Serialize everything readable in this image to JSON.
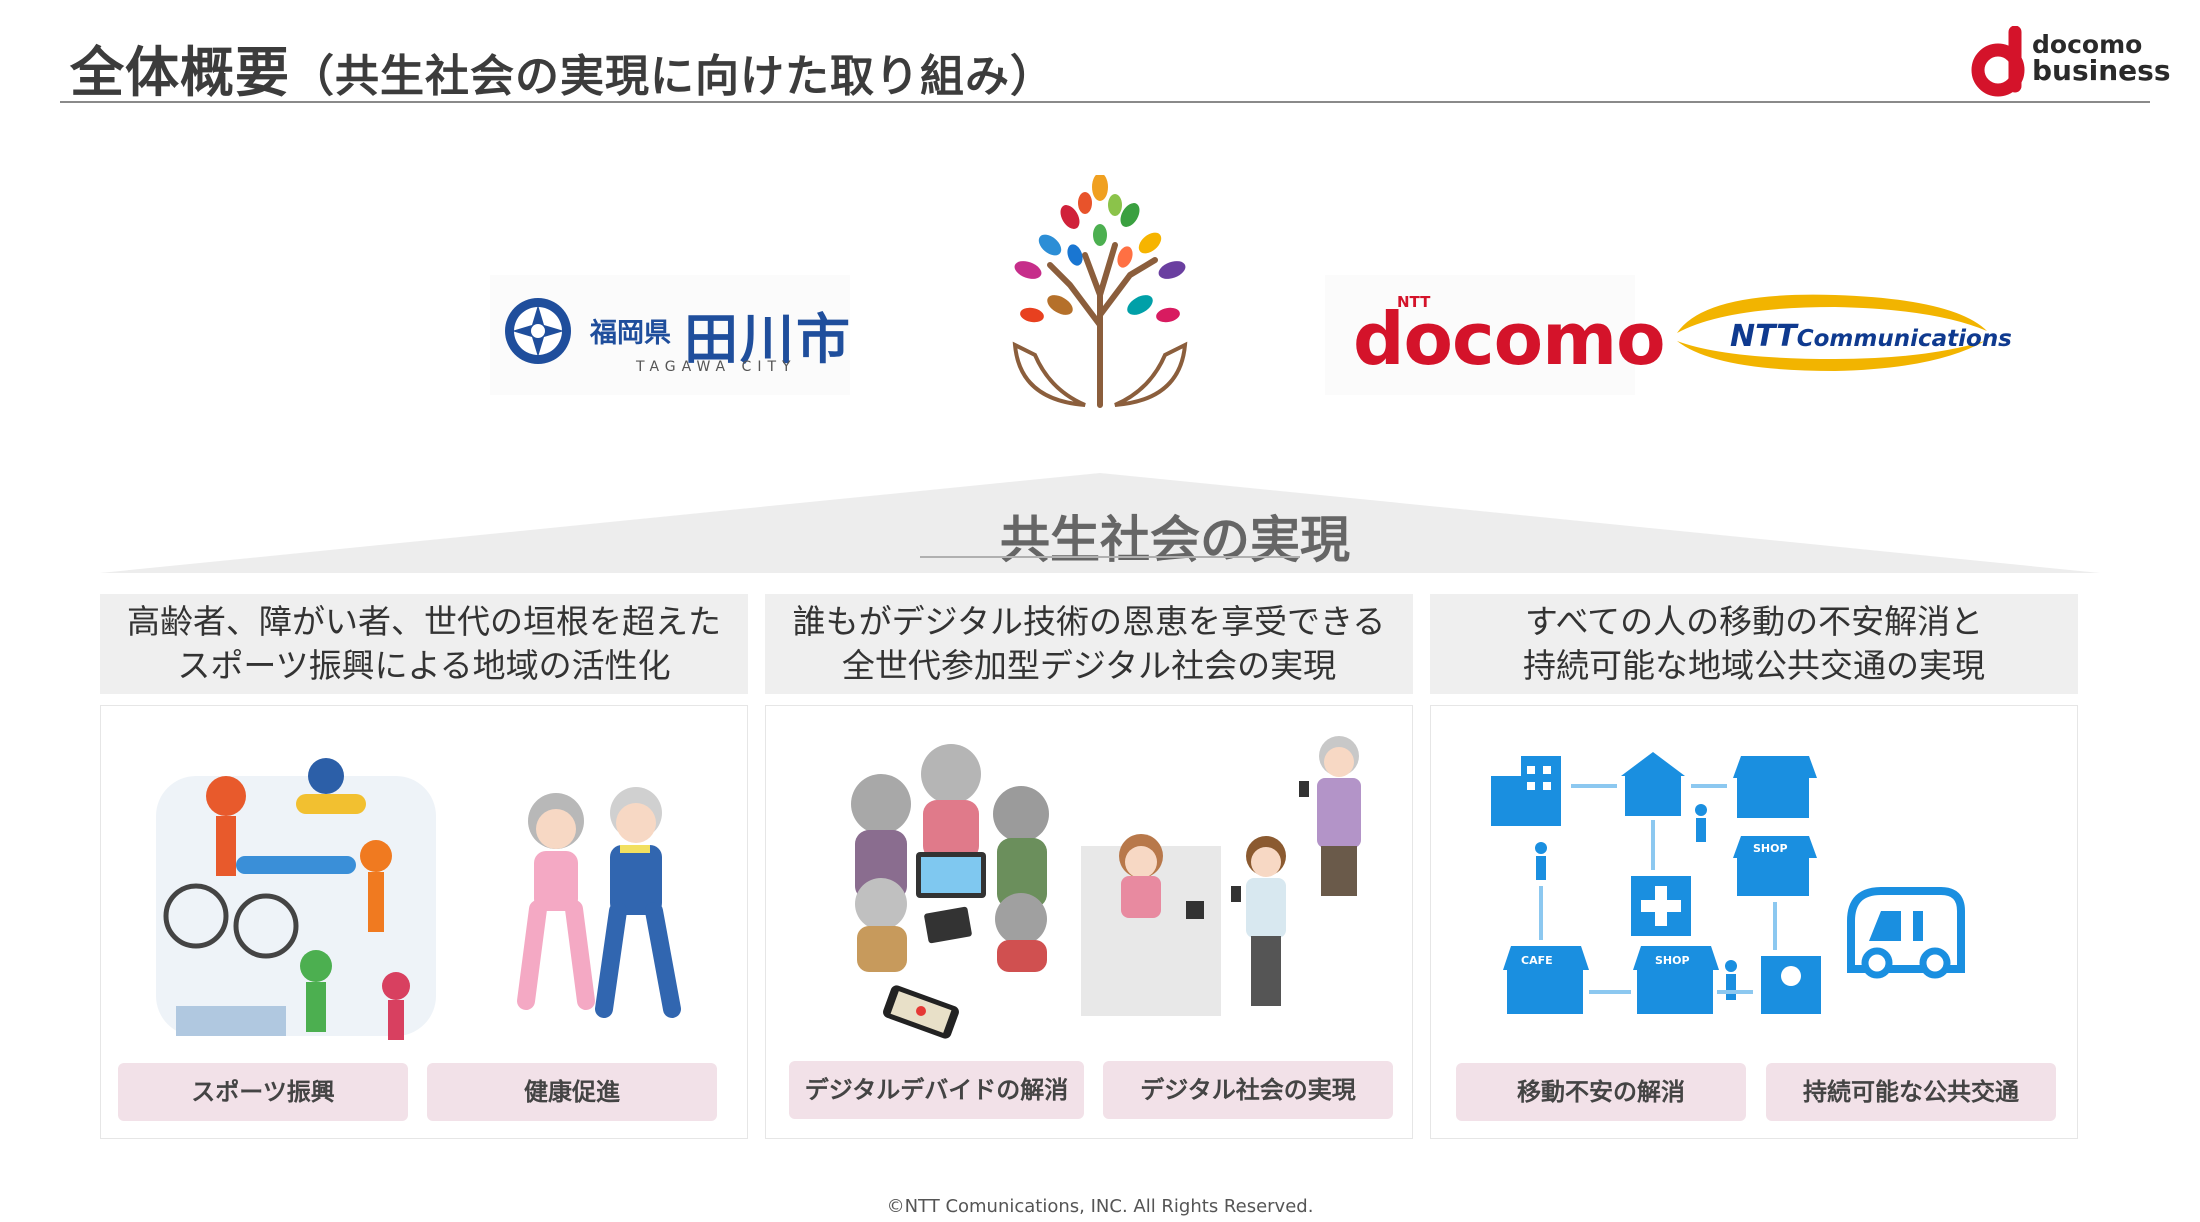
{
  "header": {
    "title_main": "全体概要",
    "title_sub": "（共生社会の実現に向けた取り組み）",
    "brand": {
      "line1": "docomo",
      "line2": "business",
      "color": "#d4132a"
    }
  },
  "logos": {
    "tagawa": {
      "prefecture": "福岡県",
      "city": "田川市",
      "english": "TAGAWA CITY",
      "color": "#1f4e9c"
    },
    "tree": {
      "icon": "tree-hands-icon"
    },
    "docomo": {
      "ntt": "NTT",
      "word": "docomo",
      "color": "#d4132a"
    },
    "ntt_com": {
      "ntt": "NTT",
      "communications": "Communications",
      "color": "#0f3a8f",
      "swoosh_color": "#f2b400"
    }
  },
  "roof": {
    "label": "共生社会の実現"
  },
  "pillars": [
    {
      "heading_line1": "高齢者、障がい者、世代の垣根を超えた",
      "heading_line2": "スポーツ振興による地域の活性化",
      "tags": [
        "スポーツ振興",
        "健康促進"
      ],
      "images": [
        "sports-collage-illustration",
        "elderly-couple-walking-illustration"
      ]
    },
    {
      "heading_line1": "誰もがデジタル技術の恩恵を享受できる",
      "heading_line2": "全世代参加型デジタル社会の実現",
      "tags": [
        "デジタルデバイドの解消",
        "デジタル社会の実現"
      ],
      "images": [
        "elderly-tablet-group-illustration",
        "smartphone-payment-illustration"
      ]
    },
    {
      "heading_line1": "すべての人の移動の不安解消と",
      "heading_line2": "持続可能な地域公共交通の実現",
      "tags": [
        "移動不安の解消",
        "持続可能な公共交通"
      ],
      "images": [
        "town-network-diagram",
        "ondemand-van-icon"
      ],
      "diagram_labels": {
        "cafe": "CAFE",
        "shop": "SHOP"
      },
      "accent": "#1a8fe0"
    }
  ],
  "footer": {
    "copyright": "©NTT Comunications, INC. All Rights Reserved."
  }
}
